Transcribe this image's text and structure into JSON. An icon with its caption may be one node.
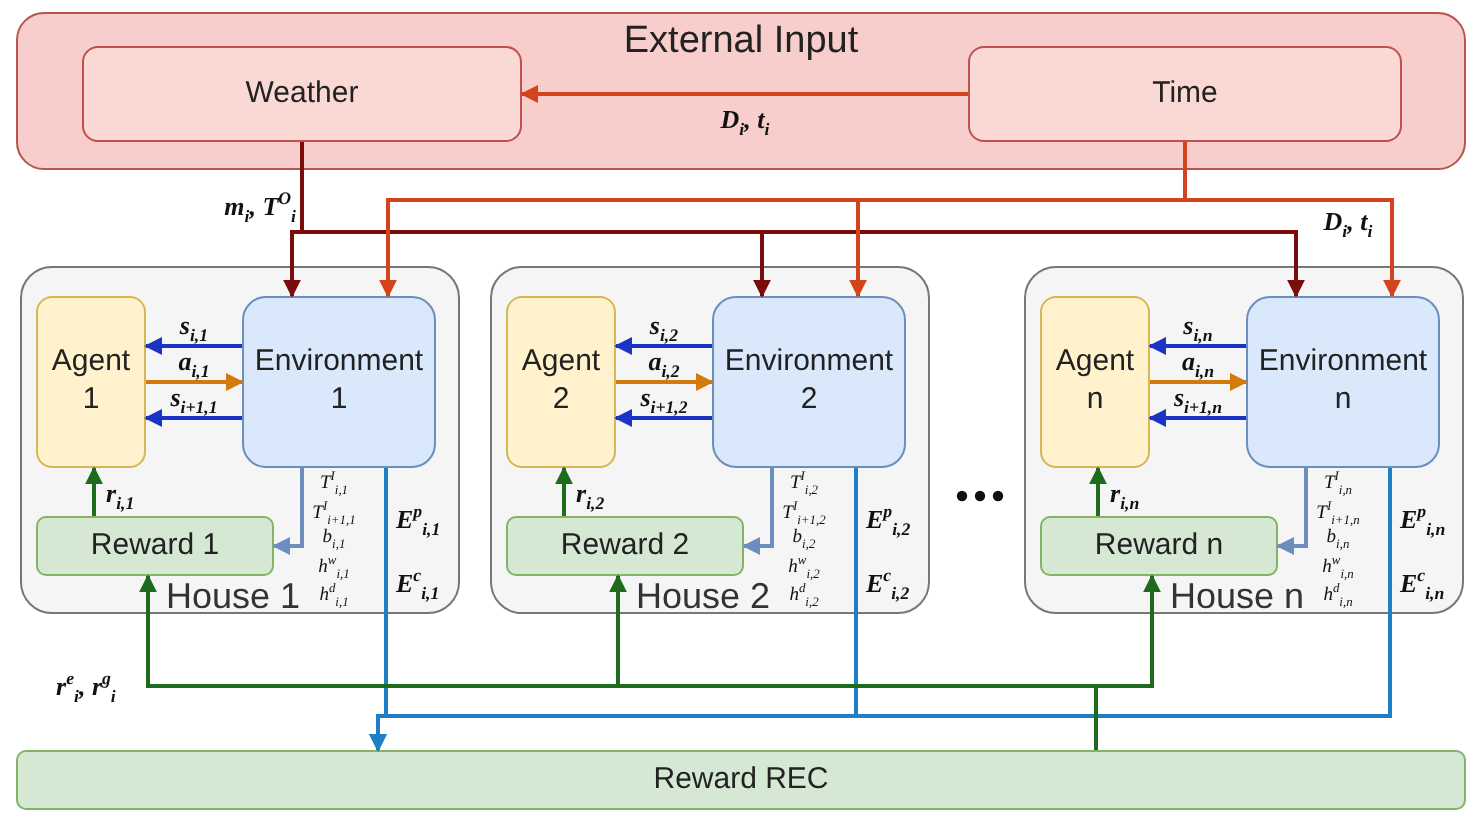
{
  "diagram": {
    "nodes": [
      {
        "text": [
          "External Input"
        ]
      },
      {
        "text": [
          "Weather"
        ],
        "in": 0
      },
      {
        "text": [
          "Time"
        ],
        "in": 0
      },
      {
        "text": [
          "House 1"
        ]
      },
      {
        "text": [
          "Agent 1"
        ],
        "in": 3
      },
      {
        "text": [
          "Environment 1"
        ],
        "in": 3
      },
      {
        "text": [
          "Reward 1"
        ],
        "in": 3
      },
      {
        "text": [
          "House 2"
        ]
      },
      {
        "text": [
          "Agent 2"
        ],
        "in": 7
      },
      {
        "text": [
          "Environment 2"
        ],
        "in": 7
      },
      {
        "text": [
          "Reward 2"
        ],
        "in": 7
      },
      {
        "text": [
          "House n"
        ]
      },
      {
        "text": [
          "Agent n"
        ],
        "in": 11
      },
      {
        "text": [
          "Environment n"
        ],
        "in": 11
      },
      {
        "text": [
          "Reward n"
        ],
        "in": 11
      },
      {
        "text": [
          "Reward REC"
        ]
      }
    ],
    "edges": [
      {
        "from": 2,
        "to": 1,
        "arrow": "to",
        "label": "D$_{i}$, t$_{i}$",
        "color": "#d4441c"
      },
      {
        "from": 1,
        "to": 5,
        "arrow": "to",
        "label": "m$_{i}$, T$^{O}$$_{i}$",
        "color": "#7a0c0c"
      },
      {
        "from": 1,
        "to": 9,
        "arrow": "to",
        "color": "#7a0c0c"
      },
      {
        "from": 1,
        "to": 13,
        "arrow": "to",
        "color": "#7a0c0c"
      },
      {
        "from": 2,
        "to": 5,
        "arrow": "to",
        "color": "#d4441c"
      },
      {
        "from": 2,
        "to": 9,
        "arrow": "to",
        "color": "#d4441c"
      },
      {
        "from": 2,
        "to": 13,
        "arrow": "to",
        "label": "D$_{i}$, t$_{i}$",
        "color": "#d4441c"
      },
      {
        "from": 5,
        "to": 4,
        "arrow": "to",
        "label": "s$_{i,1}$",
        "color": "#1a33c4"
      },
      {
        "from": 4,
        "to": 5,
        "arrow": "to",
        "label": "a$_{i,1}$",
        "color": "#d47a0a"
      },
      {
        "from": 5,
        "to": 4,
        "arrow": "to",
        "label": "s$_{i+1,1}$",
        "color": "#1a33c4"
      },
      {
        "from": 6,
        "to": 4,
        "arrow": "to",
        "label": "r$_{i,1}$",
        "color": "#1e6b1e"
      },
      {
        "from": 5,
        "to": 6,
        "arrow": "to",
        "label": "T$^{I}$$_{i,1}$ T$^{I}$$_{i+1,1}$ b$_{i,1}$ h$^{w}$$_{i,1}$ h$^{d}$$_{i,1}$",
        "color": "#6c8ebf"
      },
      {
        "from": 5,
        "to": 15,
        "arrow": "to",
        "label": "E$^{p}$$_{i,1}$ E$^{c}$$_{i,1}$",
        "color": "#1f7fc4"
      },
      {
        "from": 9,
        "to": 8,
        "arrow": "to",
        "label": "s$_{i,2}$",
        "color": "#1a33c4"
      },
      {
        "from": 8,
        "to": 9,
        "arrow": "to",
        "label": "a$_{i,2}$",
        "color": "#d47a0a"
      },
      {
        "from": 9,
        "to": 8,
        "arrow": "to",
        "label": "s$_{i+1,2}$",
        "color": "#1a33c4"
      },
      {
        "from": 10,
        "to": 8,
        "arrow": "to",
        "label": "r$_{i,2}$",
        "color": "#1e6b1e"
      },
      {
        "from": 9,
        "to": 10,
        "arrow": "to",
        "label": "T$^{I}$$_{i,2}$ T$^{I}$$_{i+1,2}$ b$_{i,2}$ h$^{w}$$_{i,2}$ h$^{d}$$_{i,2}$",
        "color": "#6c8ebf"
      },
      {
        "from": 9,
        "to": 15,
        "arrow": "to",
        "label": "E$^{p}$$_{i,2}$ E$^{c}$$_{i,2}$",
        "color": "#1f7fc4"
      },
      {
        "from": 13,
        "to": 12,
        "arrow": "to",
        "label": "s$_{i,n}$",
        "color": "#1a33c4"
      },
      {
        "from": 12,
        "to": 13,
        "arrow": "to",
        "label": "a$_{i,n}$",
        "color": "#d47a0a"
      },
      {
        "from": 13,
        "to": 12,
        "arrow": "to",
        "label": "s$_{i+1,n}$",
        "color": "#1a33c4"
      },
      {
        "from": 14,
        "to": 12,
        "arrow": "to",
        "label": "r$_{i,n}$",
        "color": "#1e6b1e"
      },
      {
        "from": 13,
        "to": 14,
        "arrow": "to",
        "label": "T$^{I}$$_{i,n}$ T$^{I}$$_{i+1,n}$ b$_{i,n}$ h$^{w}$$_{i,n}$ h$^{d}$$_{i,n}$",
        "color": "#6c8ebf"
      },
      {
        "from": 13,
        "to": 15,
        "arrow": "to",
        "label": "E$^{p}$$_{i,n}$ E$^{c}$$_{i,n}$",
        "color": "#1f7fc4"
      },
      {
        "from": 15,
        "to": 6,
        "arrow": "to",
        "label": "r$^{e}$$_{i}$, r$^{g}$$_{i}$",
        "color": "#1e6b1e"
      },
      {
        "from": 15,
        "to": 10,
        "arrow": "to",
        "color": "#1e6b1e"
      },
      {
        "from": 15,
        "to": 14,
        "arrow": "to",
        "color": "#1e6b1e"
      }
    ]
  }
}
